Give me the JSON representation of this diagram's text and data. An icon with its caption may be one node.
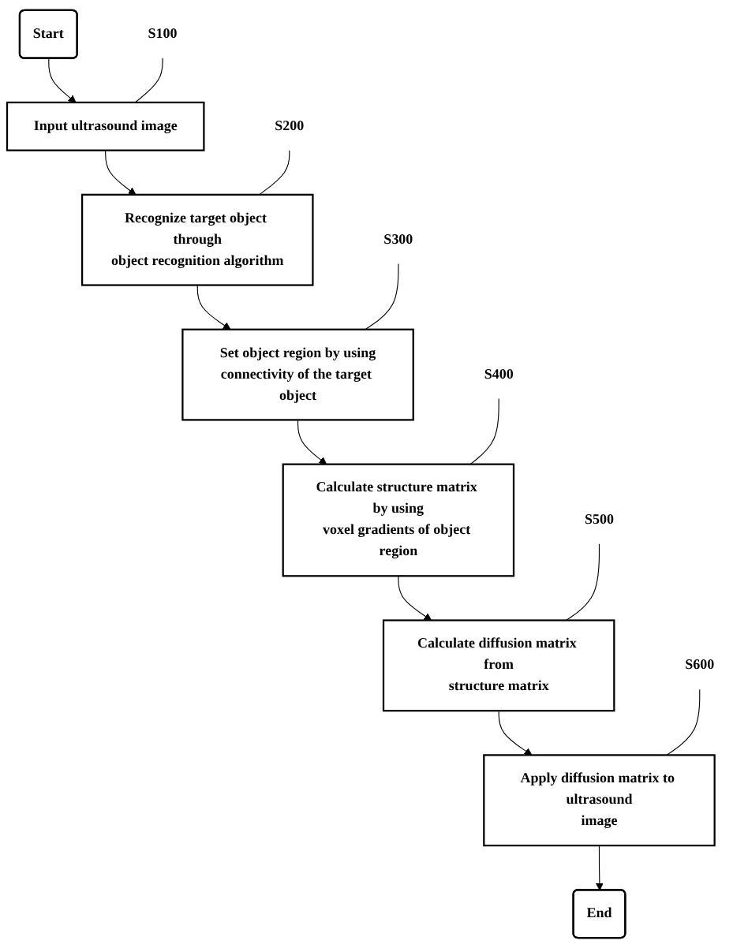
{
  "diagram": {
    "nodes": [
      {
        "text": [
          "Start"
        ]
      },
      {
        "text": [
          "Input ultrasound image"
        ]
      },
      {
        "text": [
          "Recognize target object through object recognition algorithm"
        ]
      },
      {
        "text": [
          "Set object region by using connectivity of the target object"
        ]
      },
      {
        "text": [
          "Calculate structure matrix by using voxel gradients of object region"
        ]
      },
      {
        "text": [
          "Calculate diffusion matrix from structure matrix"
        ]
      },
      {
        "text": [
          "Apply diffusion matrix to ultrasound image"
        ]
      },
      {
        "text": [
          "End"
        ]
      },
      {
        "text": [
          "S100"
        ]
      },
      {
        "text": [
          "S200"
        ]
      },
      {
        "text": [
          "S300"
        ]
      },
      {
        "text": [
          "S400"
        ]
      },
      {
        "text": [
          "S500"
        ]
      },
      {
        "text": [
          "S600"
        ]
      }
    ],
    "edges": [
      {
        "from": 0,
        "to": 1,
        "arrow": "to"
      },
      {
        "from": 1,
        "to": 2,
        "arrow": "to"
      },
      {
        "from": 2,
        "to": 3,
        "arrow": "to"
      },
      {
        "from": 3,
        "to": 4,
        "arrow": "to"
      },
      {
        "from": 4,
        "to": 5,
        "arrow": "to"
      },
      {
        "from": 5,
        "to": 6,
        "arrow": "to"
      },
      {
        "from": 6,
        "to": 7,
        "arrow": "to"
      },
      {
        "from": 8,
        "to": 1,
        "arrow": "none"
      },
      {
        "from": 9,
        "to": 2,
        "arrow": "none"
      },
      {
        "from": 10,
        "to": 3,
        "arrow": "none"
      },
      {
        "from": 11,
        "to": 4,
        "arrow": "none"
      },
      {
        "from": 12,
        "to": 5,
        "arrow": "none"
      },
      {
        "from": 13,
        "to": 6,
        "arrow": "none"
      }
    ]
  }
}
